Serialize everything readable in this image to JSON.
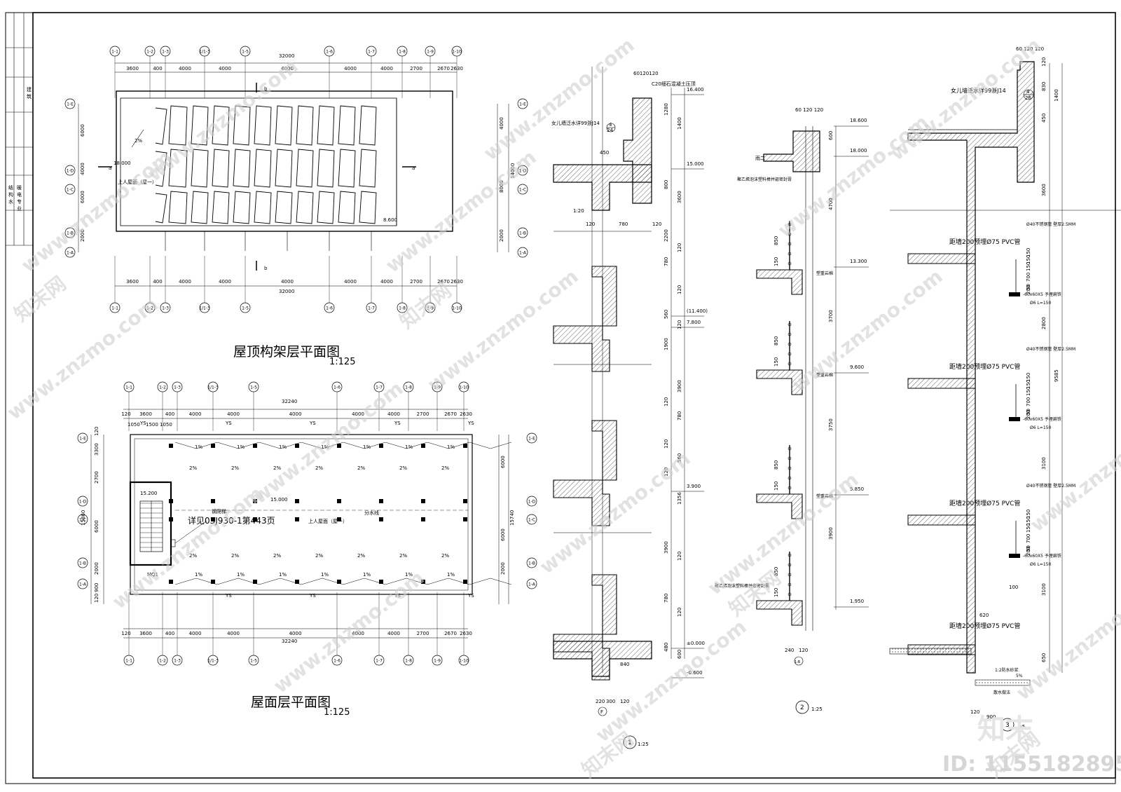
{
  "titles": {
    "roof_frame": "屋顶构架层平面图",
    "roof_frame_scale": "1:125",
    "roof": "屋面层平面图",
    "roof_scale": "1:125",
    "detail1_scale": "1:25",
    "detail2_scale": "1:25",
    "detail3_scale": "1:5"
  },
  "axes_top": [
    "1-1",
    "1-2",
    "1-3",
    "1/1-3",
    "1-5",
    "1-6",
    "1-7",
    "1-8",
    "1-9",
    "1-10"
  ],
  "axes_side": [
    "1-E",
    "1-D",
    "1-C",
    "1-B",
    "1-A"
  ],
  "dims_top": [
    "3600",
    "400",
    "4000",
    "4000",
    "4000",
    "4000",
    "4000",
    "2700",
    "2670",
    "2630"
  ],
  "dims_roof": [
    "120",
    "3600",
    "400",
    "4000",
    "4000",
    "4000",
    "4000",
    "4000",
    "2700",
    "2670",
    "2630"
  ],
  "total_frame": "32000",
  "total_roof": "32240",
  "frame_side_left": [
    "6000",
    "4000",
    "6000",
    "2000"
  ],
  "frame_side_right": [
    "4000",
    "8000",
    "2000"
  ],
  "frame_side_right_total": "14000",
  "frame_labels": {
    "elev_18": "18.000",
    "roof_name": "上人屋面（屋一）",
    "elev_8": "8.600",
    "slope": "2%",
    "sec_b": "b",
    "sec_a": "a"
  },
  "roof_labels": {
    "ys": "YS",
    "elev_15": "15.000",
    "elev_152": "15.200",
    "ladder": "钢爬梯",
    "ladder_ref": "详见03J930-1第443页",
    "roof_name": "上人屋面（屋一）",
    "divide": "分水线",
    "mq": "MQ1",
    "pct1": "1%",
    "pct2": "2%",
    "d1050a": "1050",
    "d1500": "1500",
    "d1050b": "1050",
    "side_total": "15740",
    "side_left": [
      "120",
      "3300",
      "2700",
      "6000",
      "2000",
      "900",
      "120"
    ],
    "side_right": [
      "6000",
      "6000",
      "2000"
    ],
    "side_left_total": "15860"
  },
  "detail1": {
    "elevs": [
      "16.400",
      "15.000",
      "(11.400)",
      "7.800",
      "3.900",
      "±0.000",
      "-0.600"
    ],
    "dims": [
      "1280",
      "1400",
      "800",
      "3600",
      "2200",
      "120",
      "780",
      "120",
      "560",
      "120",
      "1900",
      "3900",
      "120",
      "780",
      "120",
      "560",
      "120",
      "1356",
      "3900",
      "120",
      "780",
      "120",
      "480",
      "600"
    ],
    "top_dims": "60120120",
    "note_top": "C20细石混凝土压顶",
    "note_parapet": "女儿墙泛水详99浙J14",
    "ref_a": "4",
    "ref_b": "24",
    "scale_note": "1:20",
    "w_top1": "120",
    "w_top2": "780",
    "w_top3": "120",
    "w_bot1": "840",
    "w_bot2": "220",
    "w_bot3": "300",
    "w_bot4": "120",
    "axis_f": "F",
    "d450": "450"
  },
  "detail2": {
    "elevs": [
      "18.600",
      "18.000",
      "13.300",
      "9.600",
      "5.850",
      "1.950"
    ],
    "dims": [
      "600",
      "4700",
      "3700",
      "3750",
      "3900"
    ],
    "top_dims": "60 120 120",
    "note": "聚乙烯泡沫塑料棒并嵌密封膏",
    "note_b": "聚乙烯泡沫塑料棒并嵌密封膏",
    "label_rail": "塑重岩棉",
    "label_rail2": "塑重岩棉",
    "label_rail3": "塑重岩棉",
    "d850": "850",
    "d150": "150",
    "d240": "240",
    "d120": "120",
    "axis": "1-B",
    "top_label": "雨二"
  },
  "detail3": {
    "top_dims": "60 120 120",
    "note_parapet": "女儿墙泛水详99浙J14",
    "ref_a": "4",
    "ref_b": "26",
    "pvc": "距墙200预埋Ø75 PVC管",
    "pipe": "Ø40不锈钢管  壁厚2.5MM",
    "plate": "-60x60X5 予埋扁铁",
    "rod": "Ø6 L=150",
    "dims_right": [
      "120",
      "830",
      "1400",
      "450",
      "3600",
      "2800",
      "9585",
      "3100",
      "3100",
      "650"
    ],
    "dims_small": [
      "150",
      "150",
      "150",
      "700",
      "50",
      "200"
    ],
    "d620": "620",
    "d100": "100",
    "d120": "120",
    "d900": "900",
    "mortar": "1:2防水砂浆",
    "slope": "5%",
    "fill": "散水做法"
  },
  "watermark": {
    "site": "www.znzmo.com",
    "brand": "知末网",
    "logo": "知末",
    "id_text": "ID: 1155182895"
  },
  "title_block": [
    "建",
    "筑",
    "结",
    "构",
    "水",
    "暖",
    "电",
    "专",
    "业"
  ]
}
